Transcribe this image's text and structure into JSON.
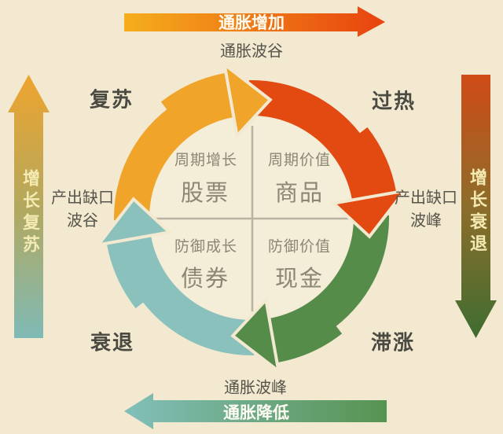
{
  "diagram": {
    "top": {
      "arrow_label": "通胀增加",
      "caption": "通胀波谷"
    },
    "bottom": {
      "caption": "通胀波峰",
      "arrow_label": "通胀降低"
    },
    "left": {
      "axis_label": "增长复苏",
      "annotation_line1": "产出缺口",
      "annotation_line2": "波谷"
    },
    "right": {
      "axis_label": "增长衰退",
      "annotation_line1": "产出缺口",
      "annotation_line2": "波峰"
    },
    "phases": {
      "recovery": "复苏",
      "overheat": "过热",
      "recession": "衰退",
      "stagflation": "滞涨"
    },
    "quadrants": {
      "top_left": {
        "style_label": "周期增长",
        "asset_label": "股票"
      },
      "top_right": {
        "style_label": "周期价值",
        "asset_label": "商品"
      },
      "bottom_left": {
        "style_label": "防御成长",
        "asset_label": "债券"
      },
      "bottom_right": {
        "style_label": "防御价值",
        "asset_label": "现金"
      }
    }
  },
  "colors": {
    "background": "#f2e9d0",
    "inner_circle": "#f4edd8",
    "divider": "#b9b4a2",
    "arc_recovery": "#f0a42a",
    "arc_overheat": "#e24a12",
    "arc_stagflation": "#558c4a",
    "arc_recession": "#8ac1bc",
    "top_arrow_start": "#f5ae1c",
    "top_arrow_end": "#e8430f",
    "bottom_arrow_start": "#82bfba",
    "bottom_arrow_end": "#579350",
    "left_bar_top": "#efa42e",
    "left_bar_mid": "#b3a85e",
    "left_bar_bottom": "#7fbab6",
    "right_bar_top": "#d04b16",
    "right_bar_mid": "#8d6d2b",
    "right_bar_bottom": "#3e6d31",
    "phase_label": "#4b4a42",
    "quadrant_text": "#8b8773",
    "annotation_text": "#56544b",
    "white_text": "#fdfbf2",
    "vertical_label": "#f4ebb4"
  }
}
